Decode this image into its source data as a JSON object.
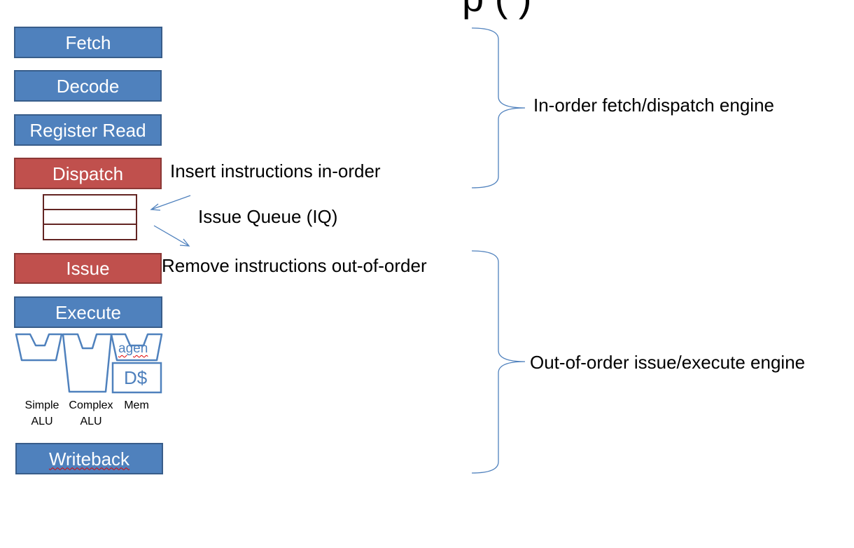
{
  "title_fragment": "p         (            )",
  "pipeline": {
    "fetch": "Fetch",
    "decode": "Decode",
    "register_read": "Register Read",
    "dispatch": "Dispatch",
    "issue": "Issue",
    "execute": "Execute",
    "writeback": "Writeback"
  },
  "annotations": {
    "insert": "Insert instructions in-order",
    "issue_queue": "Issue Queue (IQ)",
    "remove": "Remove instructions out-of-order",
    "in_order_engine": "In-order fetch/dispatch engine",
    "ooo_engine": "Out-of-order issue/execute engine"
  },
  "units": {
    "agen": "agen",
    "dcache": "D$",
    "simple_alu": "Simple\nALU",
    "complex_alu": "Complex\nALU",
    "mem": "Mem"
  },
  "colors": {
    "blue_stage": "#4f81bd",
    "red_stage": "#c0504d",
    "queue_border": "#632523",
    "line": "#4f81bd"
  }
}
